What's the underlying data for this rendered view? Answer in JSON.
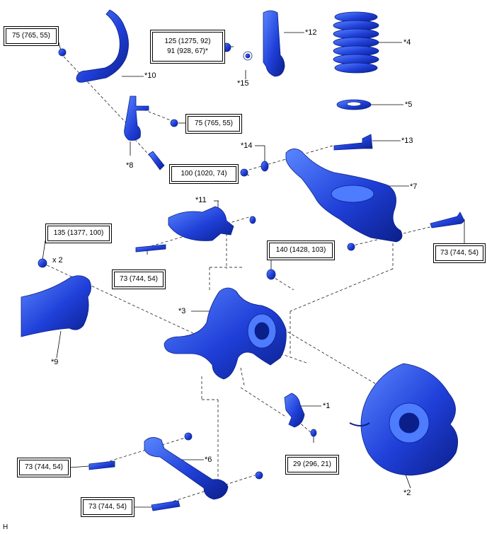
{
  "torques": {
    "stabilizer_link_nut_top": "75 (765, 55)",
    "shock_nut_line1": "125 (1275, 92)",
    "shock_nut_line2": "91 (928, 67)*",
    "stabilizer_link_nut_bottom": "75 (765, 55)",
    "arm_bolt_nut": "100 (1020, 74)",
    "trailing_arm_bolt": "135 (1377, 100)",
    "knuckle_nut": "140 (1428, 103)",
    "upper_arm_bolt": "73 (744, 54)",
    "lower_arm_bolt": "73 (744, 54)",
    "bracket_bolt": "29 (296, 21)",
    "link_bolt_front": "73 (744, 54)",
    "link_bolt_rear": "73 (744, 54)"
  },
  "callouts": {
    "c1": "*1",
    "c2": "*2",
    "c3": "*3",
    "c4": "*4",
    "c5": "*5",
    "c6": "*6",
    "c7": "*7",
    "c8": "*8",
    "c9": "*9",
    "c10": "*10",
    "c11": "*11",
    "c12": "*12",
    "c13": "*13",
    "c14": "*14",
    "c15": "*15"
  },
  "quantity_note": "x 2",
  "corner_letter": "H",
  "colors": {
    "part_fill": "#1f3fd8",
    "part_dark": "#0b1f8a",
    "part_light": "#4d7cff"
  }
}
